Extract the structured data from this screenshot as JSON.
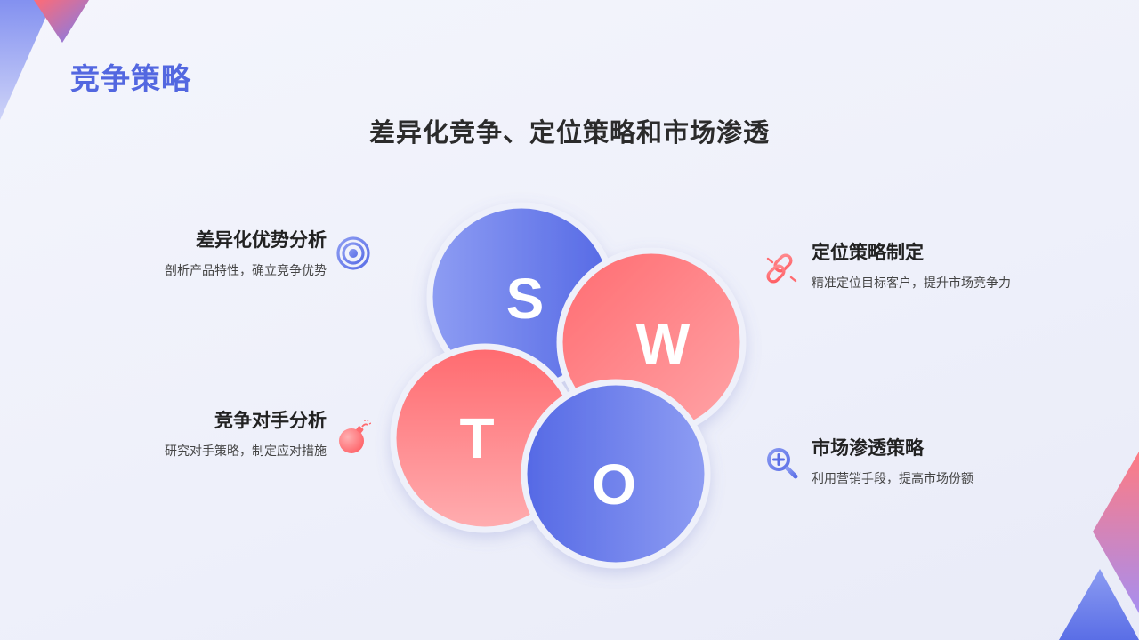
{
  "header": {
    "page_title": "竞争策略",
    "subtitle": "差异化竞争、定位策略和市场渗透"
  },
  "swot": {
    "letters": [
      "S",
      "W",
      "T",
      "O"
    ]
  },
  "items": [
    {
      "title": "差异化优势分析",
      "desc": "剖析产品特性，确立竞争优势",
      "icon": "target-icon"
    },
    {
      "title": "定位策略制定",
      "desc": "精准定位目标客户，提升市场竞争力",
      "icon": "link-icon"
    },
    {
      "title": "竞争对手分析",
      "desc": "研究对手策略，制定应对措施",
      "icon": "bomb-icon"
    },
    {
      "title": "市场渗透策略",
      "desc": "利用营销手段，提高市场份额",
      "icon": "search-plus-icon"
    }
  ],
  "colors": {
    "blue": "#5a6ee6",
    "blue_light": "#8c9cf2",
    "red": "#ff6b6f",
    "red_light": "#ffa9aa",
    "title_blue": "#5367e0",
    "text_dark": "#2b2b2b"
  }
}
